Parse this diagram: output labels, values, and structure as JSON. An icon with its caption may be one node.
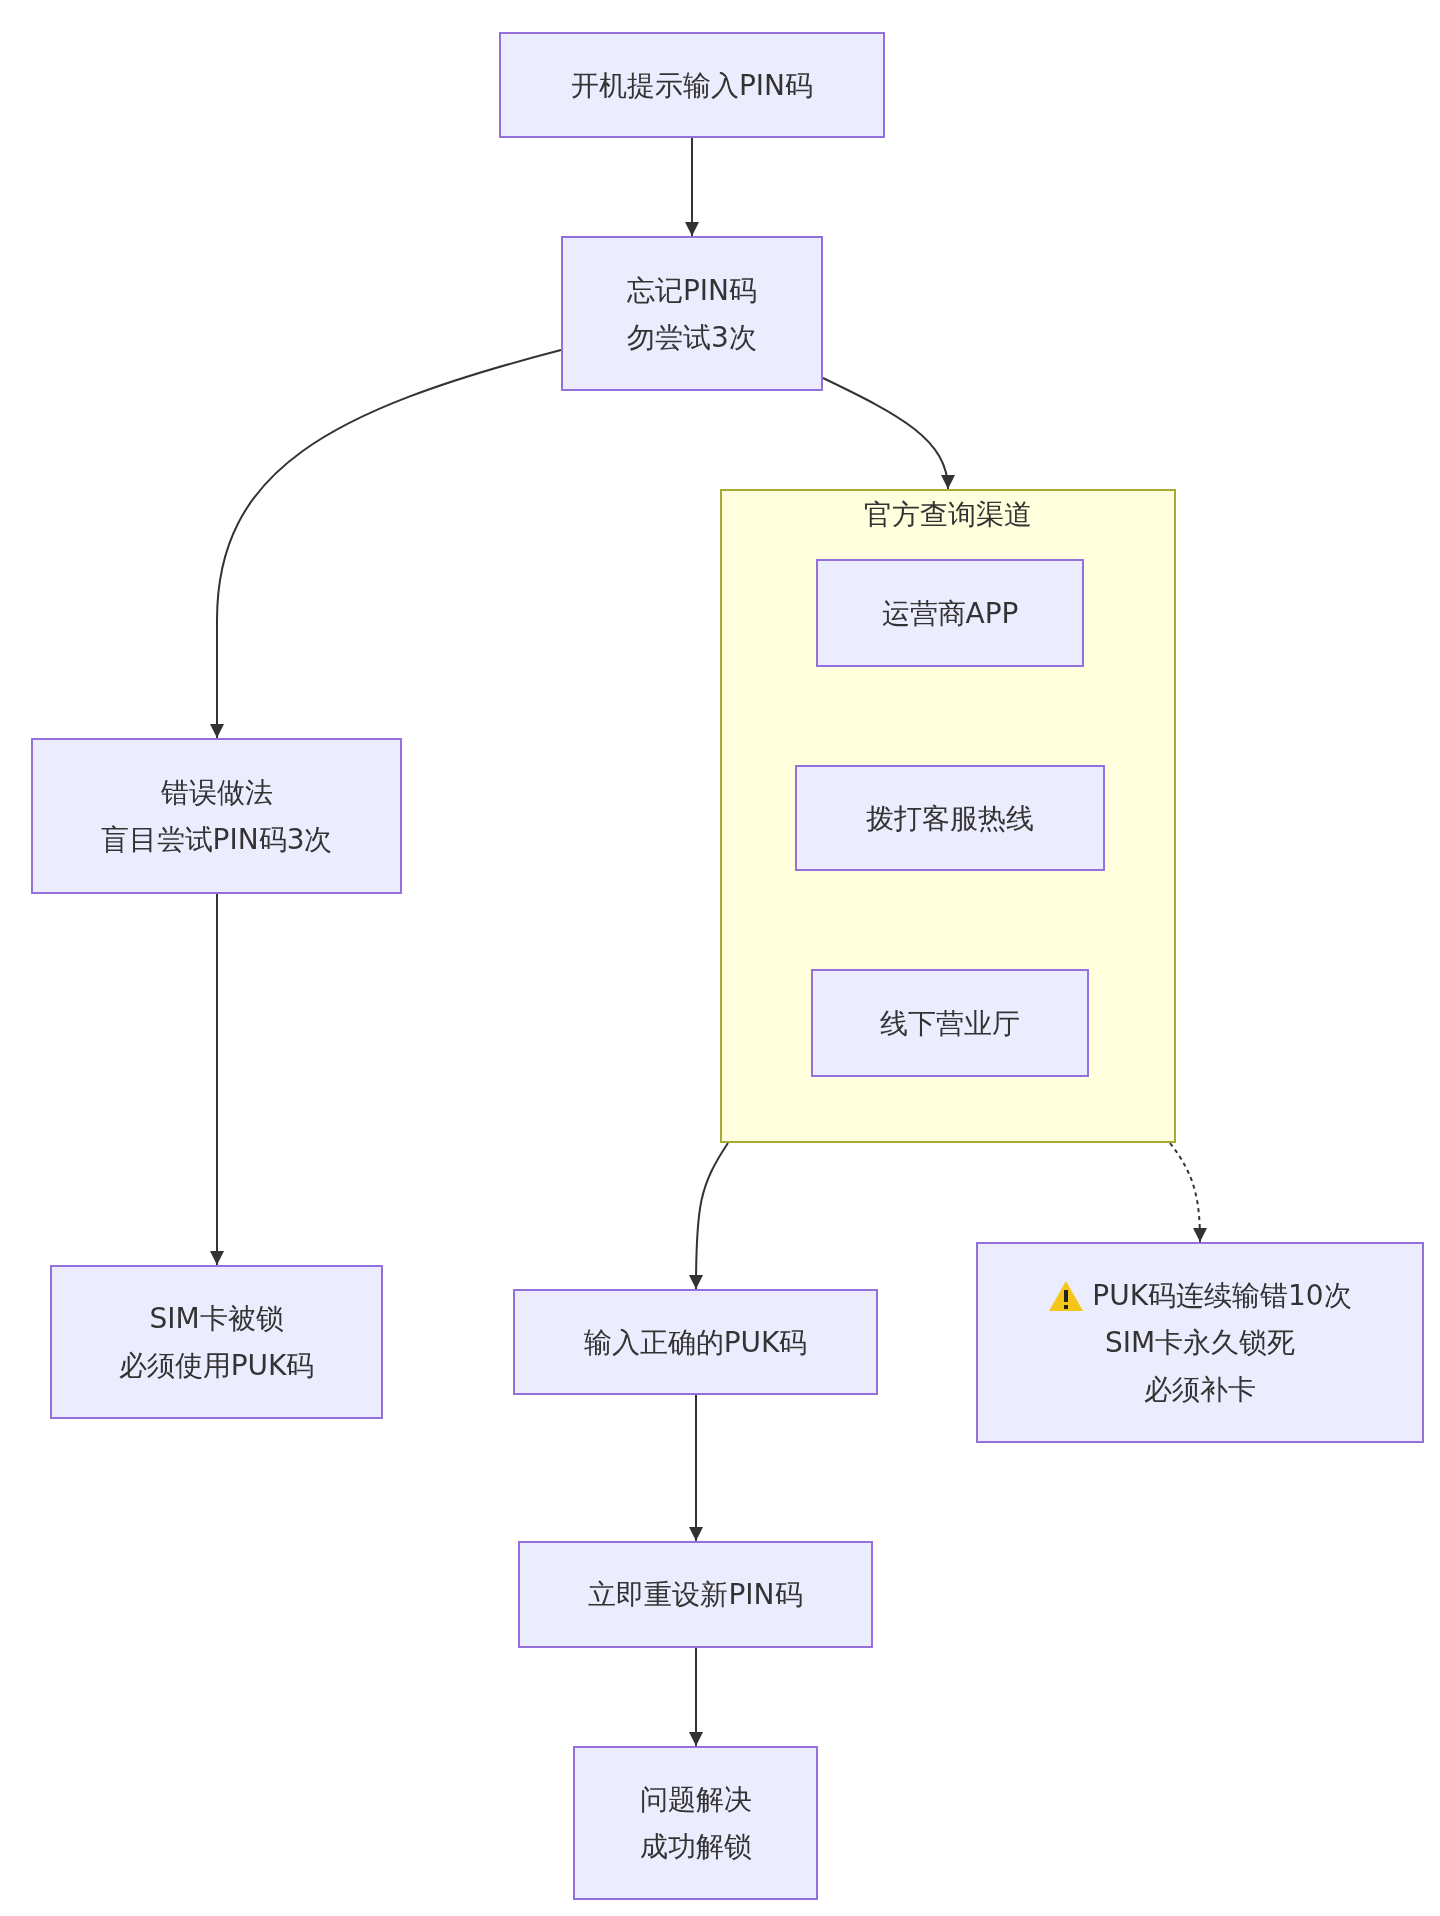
{
  "diagram": {
    "nodes": [
      {
        "text": [
          "开机提示输入PIN码"
        ]
      },
      {
        "text": [
          "忘记PIN码",
          "勿尝试3次"
        ]
      },
      {
        "text": [
          "官方查询渠道"
        ]
      },
      {
        "text": [
          "运营商APP"
        ],
        "in": 2
      },
      {
        "text": [
          "拨打客服热线"
        ],
        "in": 2
      },
      {
        "text": [
          "线下营业厅"
        ],
        "in": 2
      },
      {
        "text": [
          "错误做法",
          "盲目尝试PIN码3次"
        ]
      },
      {
        "text": [
          "SIM卡被锁",
          "必须使用PUK码"
        ]
      },
      {
        "text": [
          "输入正确的PUK码"
        ]
      },
      {
        "text": [
          "PUK码连续输错10次",
          "SIM卡永久锁死",
          "必须补卡"
        ]
      },
      {
        "text": [
          "立即重设新PIN码"
        ]
      },
      {
        "text": [
          "问题解决",
          "成功解锁"
        ]
      }
    ],
    "edges": [
      {
        "from": 0,
        "to": 1,
        "arrow": "to"
      },
      {
        "from": 1,
        "to": 6,
        "arrow": "to"
      },
      {
        "from": 1,
        "to": 2,
        "arrow": "to"
      },
      {
        "from": 6,
        "to": 7,
        "arrow": "to"
      },
      {
        "from": 2,
        "to": 8,
        "arrow": "to"
      },
      {
        "from": 2,
        "to": 9,
        "arrow": "to",
        "style": "dashed"
      },
      {
        "from": 8,
        "to": 10,
        "arrow": "to"
      },
      {
        "from": 10,
        "to": 11,
        "arrow": "to"
      }
    ]
  }
}
